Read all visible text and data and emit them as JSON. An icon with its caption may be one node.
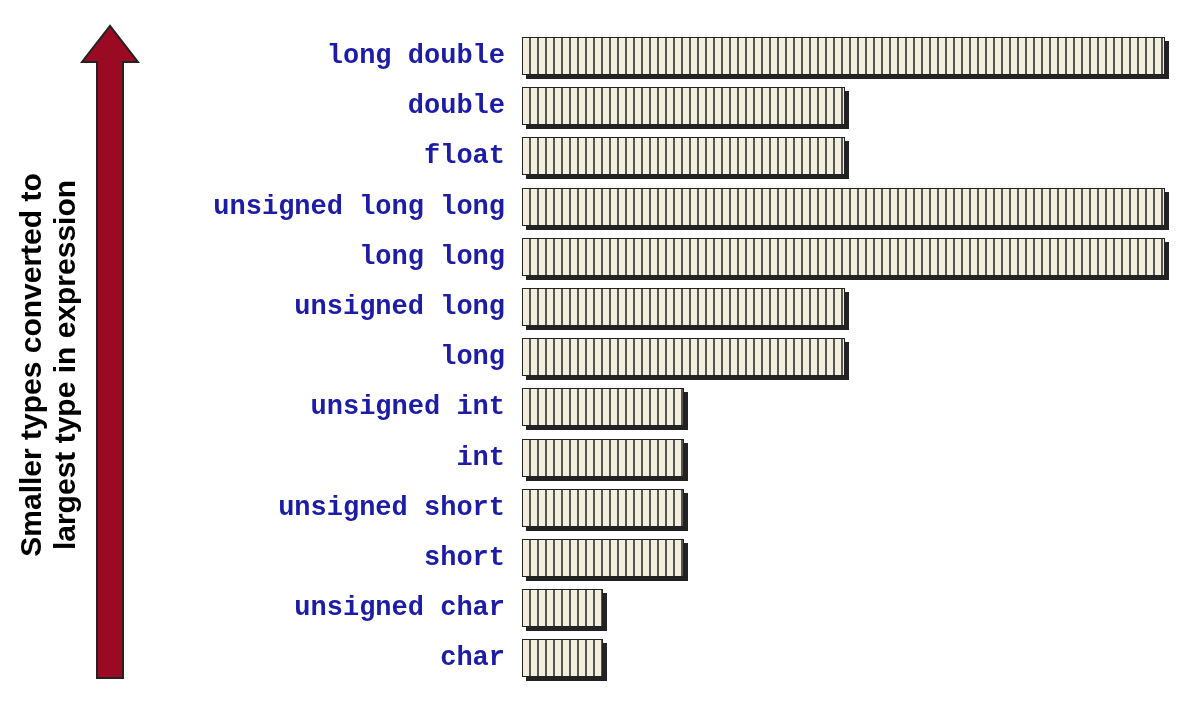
{
  "diagram": {
    "nodes": [
      {
        "text": [
          "long double"
        ]
      },
      {
        "text": [
          "double"
        ]
      },
      {
        "text": [
          "float"
        ]
      },
      {
        "text": [
          "unsigned long long"
        ]
      },
      {
        "text": [
          "long long"
        ]
      },
      {
        "text": [
          "unsigned long"
        ]
      },
      {
        "text": [
          "long"
        ]
      },
      {
        "text": [
          "unsigned int"
        ]
      },
      {
        "text": [
          "int"
        ]
      },
      {
        "text": [
          "unsigned short"
        ]
      },
      {
        "text": [
          "short"
        ]
      },
      {
        "text": [
          "unsigned char"
        ]
      },
      {
        "text": [
          "char"
        ]
      }
    ],
    "labels": [
      "Smaller types converted to largest type in expression"
    ]
  }
}
